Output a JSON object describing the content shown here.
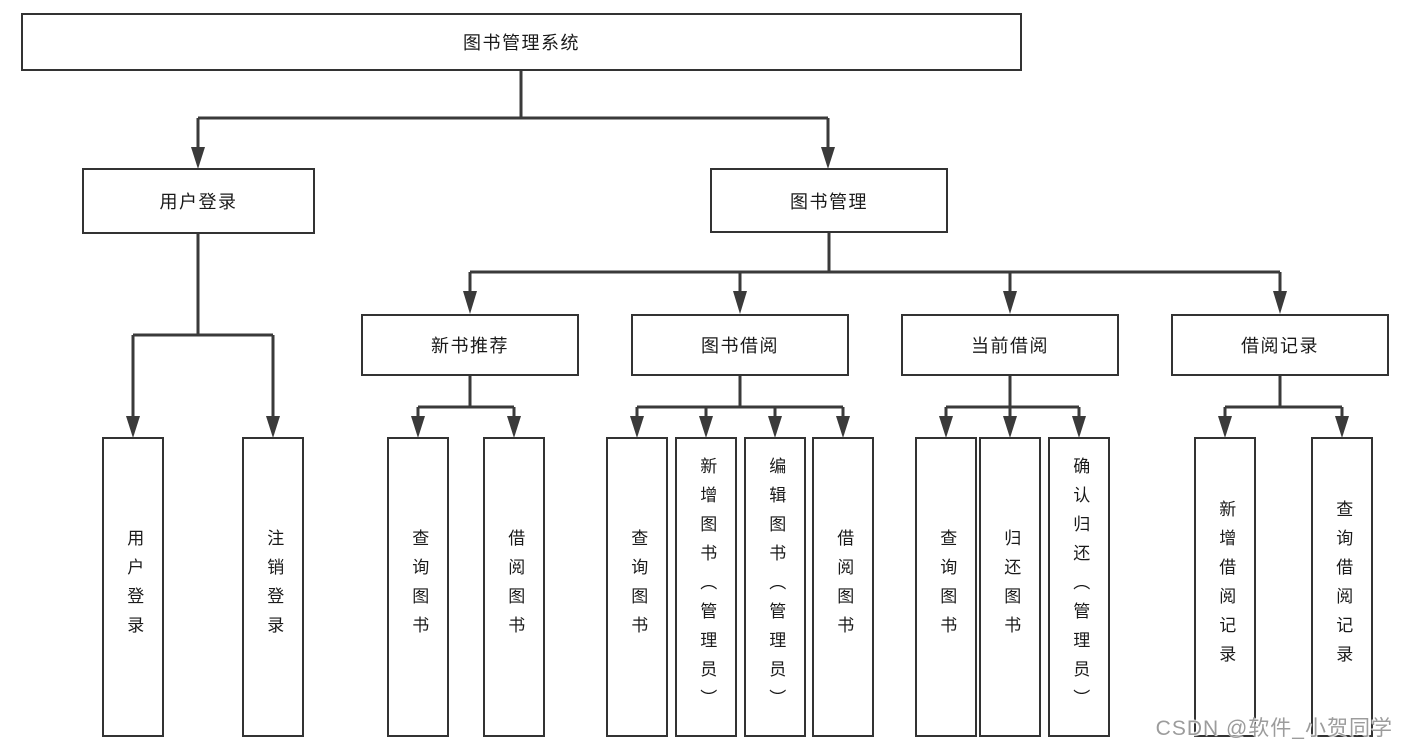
{
  "diagram": {
    "nodes": {
      "root": "图书管理系统",
      "user_login": "用户登录",
      "book_mgmt": "图书管理",
      "new_book_rec": "新书推荐",
      "book_borrow": "图书借阅",
      "current_borrow": "当前借阅",
      "borrow_record": "借阅记录",
      "leaf_user_login": "用户登录",
      "leaf_logout": "注销登录",
      "leaf_nbr_query_book": "查询图书",
      "leaf_nbr_borrow_book": "借阅图书",
      "leaf_bb_query_book": "查询图书",
      "leaf_bb_add_book_admin": "新增图书（管理员）",
      "leaf_bb_edit_book_admin": "编辑图书（管理员）",
      "leaf_bb_borrow_book": "借阅图书",
      "leaf_cb_query_book": "查询图书",
      "leaf_cb_return_book": "归还图书",
      "leaf_cb_confirm_return_admin": "确认归还（管理员）",
      "leaf_br_add_record": "新增借阅记录",
      "leaf_br_query_record": "查询借阅记录"
    },
    "colors": {
      "line": "#3a3a3a",
      "box_border": "#333333",
      "text": "#1a1a1a",
      "watermark": "#9c9c9c",
      "background": "#ffffff"
    }
  },
  "watermark": {
    "text": "CSDN @软件_小贺同学"
  }
}
